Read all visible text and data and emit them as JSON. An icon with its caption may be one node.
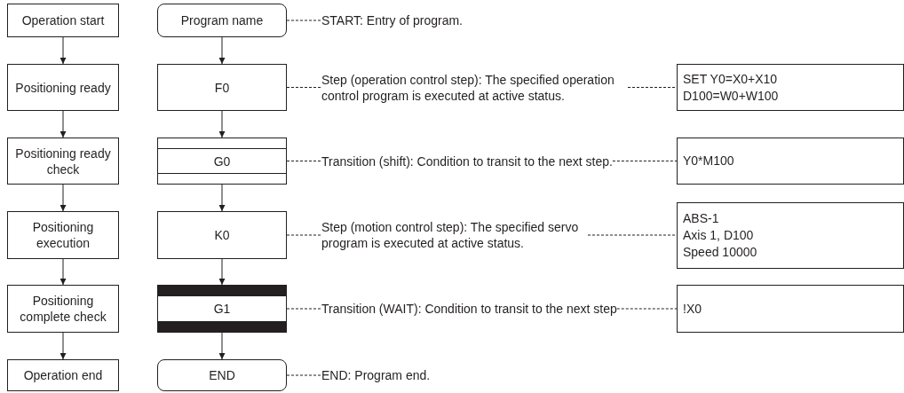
{
  "diagram": {
    "nodes": [
      {
        "text": [
          "Operation start"
        ]
      },
      {
        "text": [
          "Positioning ready"
        ]
      },
      {
        "text": [
          "Positioning ready check"
        ]
      },
      {
        "text": [
          "Positioning execution"
        ]
      },
      {
        "text": [
          "Positioning complete check"
        ]
      },
      {
        "text": [
          "Operation end"
        ]
      },
      {
        "text": [
          "Program name"
        ]
      },
      {
        "text": [
          "F0"
        ]
      },
      {
        "text": [
          "G0"
        ]
      },
      {
        "text": [
          "K0"
        ]
      },
      {
        "text": [
          "G1"
        ]
      },
      {
        "text": [
          "END"
        ]
      },
      {
        "text": [
          "START: Entry of program."
        ]
      },
      {
        "text": [
          "Step (operation control step): The specified operation control program is executed at active status."
        ]
      },
      {
        "text": [
          "Transition (shift): Condition to transit to the next step."
        ]
      },
      {
        "text": [
          "Step (motion control step): The specified servo program is executed at active status."
        ]
      },
      {
        "text": [
          "Transition (WAIT): Condition to transit to the next step"
        ]
      },
      {
        "text": [
          "END: Program end."
        ]
      },
      {
        "text": [
          "SET Y0=X0+X10",
          "D100=W0+W100"
        ]
      },
      {
        "text": [
          "Y0*M100"
        ]
      },
      {
        "text": [
          "ABS-1",
          "Axis 1, D100",
          "Speed 10000"
        ]
      },
      {
        "text": [
          "!X0"
        ]
      }
    ],
    "edges": [
      {
        "from": 0,
        "to": 1,
        "arrow": "to"
      },
      {
        "from": 1,
        "to": 2,
        "arrow": "to"
      },
      {
        "from": 2,
        "to": 3,
        "arrow": "to"
      },
      {
        "from": 3,
        "to": 4,
        "arrow": "to"
      },
      {
        "from": 4,
        "to": 5,
        "arrow": "to"
      },
      {
        "from": 6,
        "to": 7,
        "arrow": "to"
      },
      {
        "from": 7,
        "to": 8,
        "arrow": "to"
      },
      {
        "from": 8,
        "to": 9,
        "arrow": "to"
      },
      {
        "from": 9,
        "to": 10,
        "arrow": "to"
      },
      {
        "from": 10,
        "to": 11,
        "arrow": "to"
      },
      {
        "from": 6,
        "to": 12,
        "arrow": "none",
        "style": "dashed"
      },
      {
        "from": 7,
        "to": 13,
        "arrow": "none",
        "style": "dashed"
      },
      {
        "from": 13,
        "to": 18,
        "arrow": "none",
        "style": "dashed"
      },
      {
        "from": 8,
        "to": 14,
        "arrow": "none",
        "style": "dashed"
      },
      {
        "from": 14,
        "to": 19,
        "arrow": "none",
        "style": "dashed"
      },
      {
        "from": 9,
        "to": 15,
        "arrow": "none",
        "style": "dashed"
      },
      {
        "from": 15,
        "to": 20,
        "arrow": "none",
        "style": "dashed"
      },
      {
        "from": 10,
        "to": 16,
        "arrow": "none",
        "style": "dashed"
      },
      {
        "from": 16,
        "to": 21,
        "arrow": "none",
        "style": "dashed"
      },
      {
        "from": 11,
        "to": 17,
        "arrow": "none",
        "style": "dashed"
      }
    ]
  }
}
